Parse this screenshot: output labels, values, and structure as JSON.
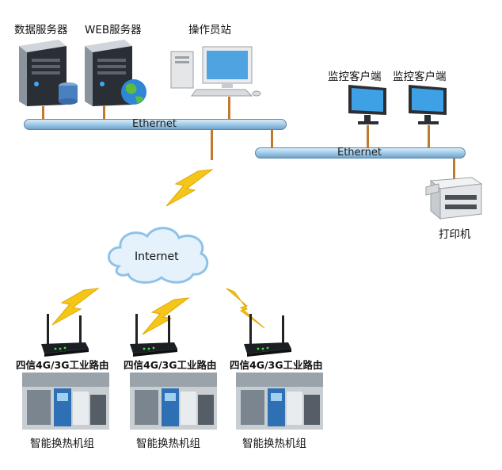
{
  "top_network": {
    "data_server_label": "数据服务器",
    "web_server_label": "WEB服务器",
    "operator_station_label": "操作员站",
    "ethernet_label": "Ethernet"
  },
  "monitor_network": {
    "client_1_label": "监控客户端",
    "client_2_label": "监控客户端",
    "ethernet_label": "Ethernet",
    "printer_label": "打印机"
  },
  "internet_label": "Internet",
  "field_sites": [
    {
      "router_label": "四信4G/3G工业路由",
      "unit_label": "智能换热机组"
    },
    {
      "router_label": "四信4G/3G工业路由",
      "unit_label": "智能换热机组"
    },
    {
      "router_label": "四信4G/3G工业路由",
      "unit_label": "智能换热机组"
    }
  ],
  "colors": {
    "pipe_blue": "#9cc7e6",
    "connector_orange": "#c07a2e",
    "lightning_yellow": "#f5c518",
    "cloud_fill": "#e6f2fb"
  }
}
